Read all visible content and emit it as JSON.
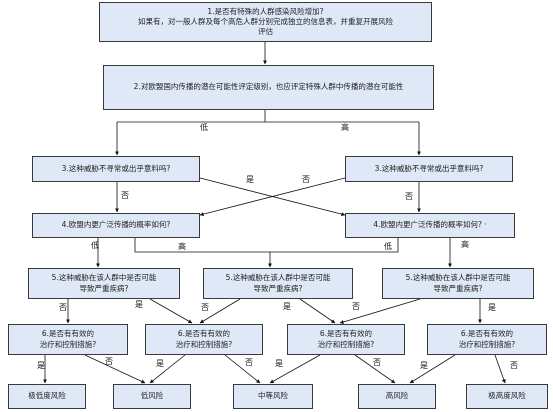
{
  "nodes": {
    "n1": {
      "line1": "1.是否有特殊的人群感染风险增加?",
      "line2": "如果有，对一般人群及每个高危人群分别完成独立的信息表，并重复开展风险",
      "line3": "评估"
    },
    "n2": "2.对欧盟国内传播的潜在可能性评定级别，也应评定特殊人群中传播的潜在可能性",
    "n3a": "3.这种威胁不寻常或出乎意料吗?",
    "n3b": "3.这种威胁不寻常或出乎意料吗?",
    "n4a": "4.欧盟内更广泛传播的概率如何?",
    "n4b": "4.欧盟内更广泛传播的概率如何? ·",
    "n5a": {
      "line1": "5.这种威胁在该人群中是否可能",
      "line2": "导致严重疾病?"
    },
    "n5b": {
      "line1": "5.这种威胁在该人群中是否可能",
      "line2": "导致严重疾病?"
    },
    "n5c": {
      "line1": "5.这种威胁在该人群中是否可能",
      "line2": "导致严重疾病?"
    },
    "n6a": {
      "line1": "6.是否有有效的",
      "line2": "治疗和控制措施?"
    },
    "n6b": {
      "line1": "6.是否有有效的",
      "line2": "治疗和控制措施?"
    },
    "n6c": {
      "line1": "6.是否有有效的",
      "line2": "治疗和控制措施?"
    },
    "n6d": {
      "line1": "6.是否有有效的",
      "line2": "治疗和控制措施?"
    },
    "r1": "极低度风险",
    "r2": "低风险",
    "r3": "中等风险",
    "r4": "高风险",
    "r5": "极高度风险"
  },
  "labels": {
    "low": "低",
    "high": "高",
    "no": "否",
    "yes": "是"
  }
}
